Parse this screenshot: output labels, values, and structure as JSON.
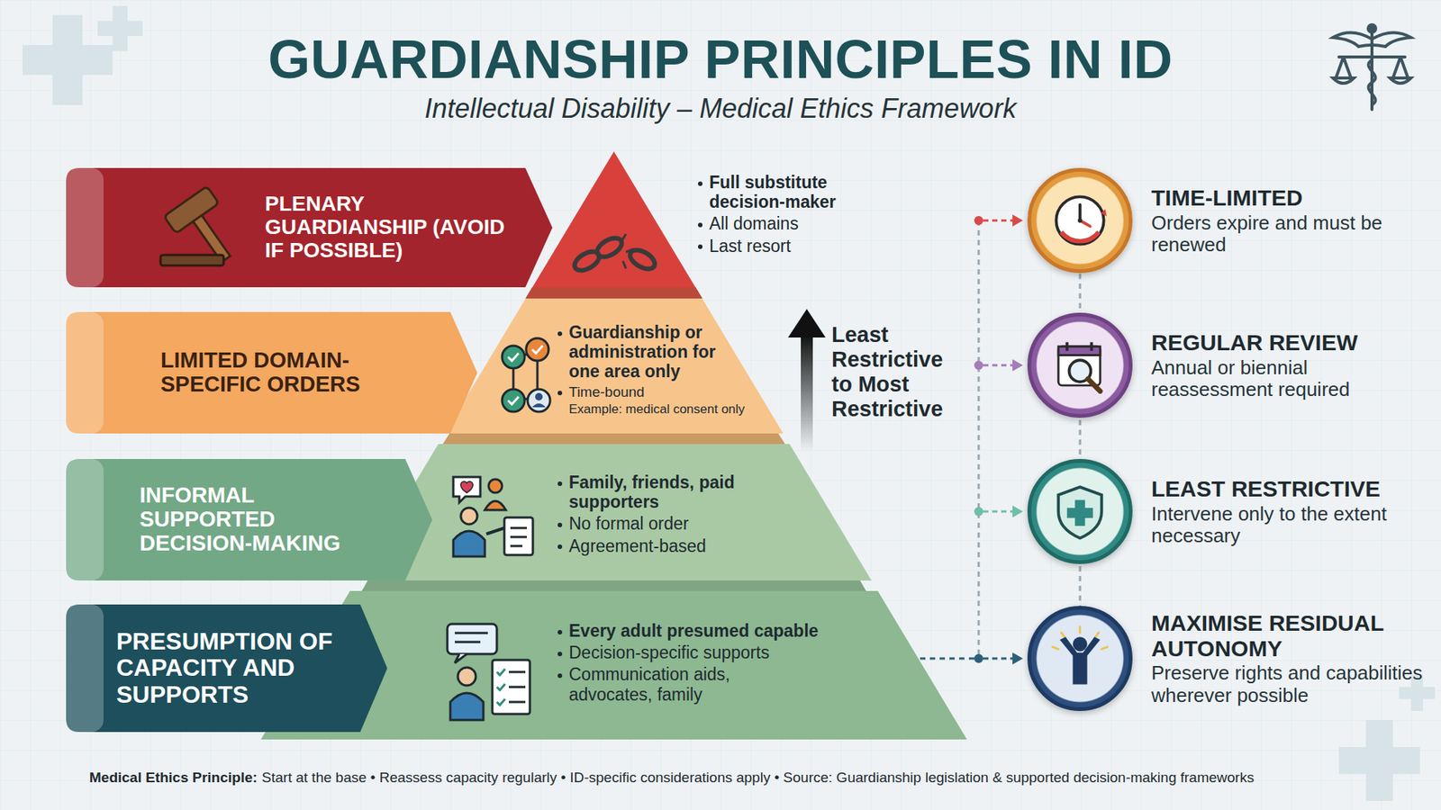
{
  "diagram": {
    "title": "GUARDIANSHIP PRINCIPLES IN ID",
    "nodes": [
      {
        "text": [
          "PLENARY GUARDIANSHIP (AVOID IF POSSIBLE)",
          "Full substitute decision-maker",
          "All domains",
          "Last resort"
        ]
      },
      {
        "text": [
          "LIMITED DOMAIN-SPECIFIC ORDERS",
          "Guardianship or administration for one area only",
          "Time-bound",
          "Example: medical consent only"
        ]
      },
      {
        "text": [
          "INFORMAL SUPPORTED DECISION-MAKING",
          "Family, friends, paid supporters",
          "No formal order",
          "Agreement-based"
        ]
      },
      {
        "text": [
          "PRESUMPTION OF CAPACITY AND SUPPORTS",
          "Every adult presumed capable",
          "Decision-specific supports",
          "Communication aids, advocates, family"
        ]
      },
      {
        "text": [
          "TIME-LIMITED",
          "Orders expire and must be renewed"
        ]
      },
      {
        "text": [
          "REGULAR REVIEW",
          "Annual or biennial reassessment required"
        ]
      },
      {
        "text": [
          "LEAST RESTRICTIVE",
          "Intervene only to the extent necessary"
        ]
      },
      {
        "text": [
          "MAXIMISE RESIDUAL AUTONOMY",
          "Preserve rights and capabilities wherever possible"
        ]
      }
    ],
    "edges": [
      {
        "from": 0,
        "to": 4,
        "arrow": "to"
      },
      {
        "from": 1,
        "to": 5,
        "arrow": "to"
      },
      {
        "from": 2,
        "to": 6,
        "arrow": "to"
      },
      {
        "from": 3,
        "to": 7,
        "arrow": "to"
      }
    ],
    "labels": [
      "Intellectual Disability – Medical Ethics Framework",
      "Least Restrictive to Most Restrictive",
      "Medical Ethics Principle:",
      "Start at the base • Reassess capacity regularly • ID-specific considerations apply • Source: Guardianship legislation & supported decision-making frameworks"
    ]
  }
}
